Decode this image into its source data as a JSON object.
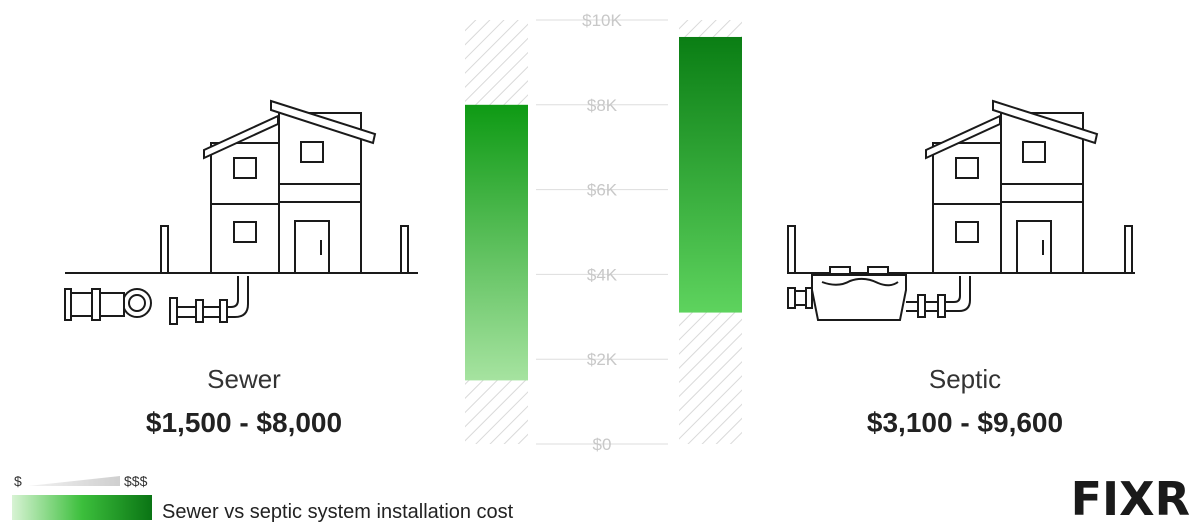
{
  "chart_data": {
    "type": "bar",
    "subtype": "floating-range",
    "title": "Sewer vs septic system installation cost",
    "ylim": [
      0,
      10000
    ],
    "yticks": [
      0,
      2000,
      4000,
      6000,
      8000,
      10000
    ],
    "ytick_labels": [
      "$0",
      "$2K",
      "$4K",
      "$6K",
      "$8K",
      "$10K"
    ],
    "categories": [
      "Sewer",
      "Septic"
    ],
    "series": [
      {
        "low": 1500,
        "high": 8000,
        "range_label": "$1,500 - $8,000"
      },
      {
        "low": 3100,
        "high": 9600,
        "range_label": "$3,100 - $9,600"
      }
    ],
    "legend": {
      "low_label": "$",
      "high_label": "$$$",
      "caption": "Sewer vs septic system installation cost"
    },
    "colors": {
      "light_green": "#a6e3a0",
      "mid_green": "#3cc43c",
      "dark_green": "#0a8a14",
      "hatch": "#d9d9d9",
      "grid": "#dddddd"
    }
  },
  "brand": {
    "logo_text": "FIXR"
  }
}
